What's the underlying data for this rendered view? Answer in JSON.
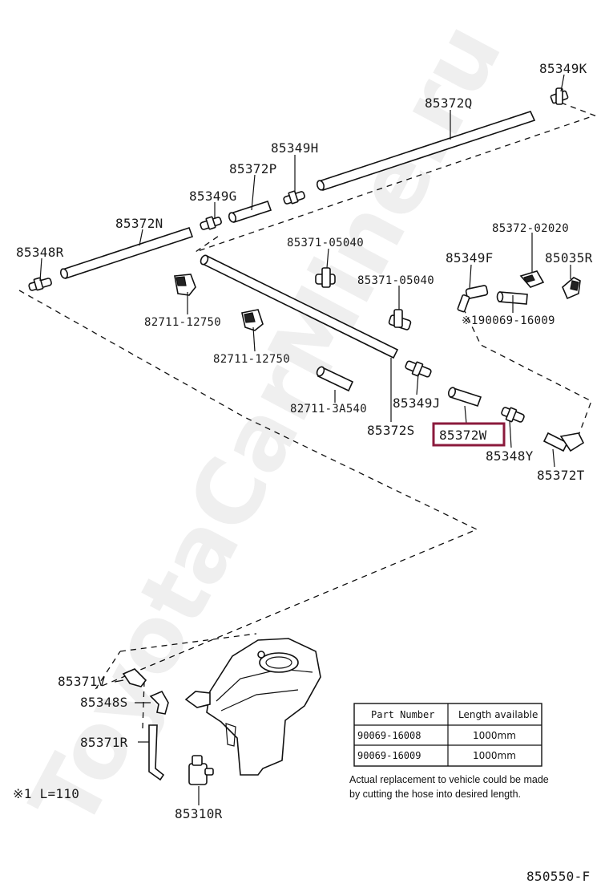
{
  "watermark": "ToyotaCarMine.ru",
  "diagram_code": "850550-F",
  "highlighted_part": "85372W",
  "parts": {
    "p85349K": "85349K",
    "p85372Q": "85372Q",
    "p85349H": "85349H",
    "p85372P": "85372P",
    "p85349G": "85349G",
    "p85372N": "85372N",
    "p85348R": "85348R",
    "p85371_05040a": "85371-05040",
    "p85371_05040b": "85371-05040",
    "p85372_02020": "85372-02020",
    "p85349F": "85349F",
    "p85035R": "85035R",
    "p90069_16009": "※190069-16009",
    "p82711_12750a": "82711-12750",
    "p82711_12750b": "82711-12750",
    "p82711_3A540": "82711-3A540",
    "p85349J": "85349J",
    "p85372S": "85372S",
    "p85372W": "85372W",
    "p85348Y": "85348Y",
    "p85372T": "85372T",
    "p85371V": "85371V",
    "p85348S": "85348S",
    "p85371R": "85371R",
    "p85310R": "85310R"
  },
  "footnote": "※1 L=110",
  "table": {
    "headers": [
      "Part Number",
      "Length available"
    ],
    "rows": [
      [
        "90069-16008",
        "1000mm"
      ],
      [
        "90069-16009",
        "1000mm"
      ]
    ]
  },
  "note": {
    "line1": "Actual replacement to vehicle could be made",
    "line2": "by cutting the hose into desired length."
  }
}
